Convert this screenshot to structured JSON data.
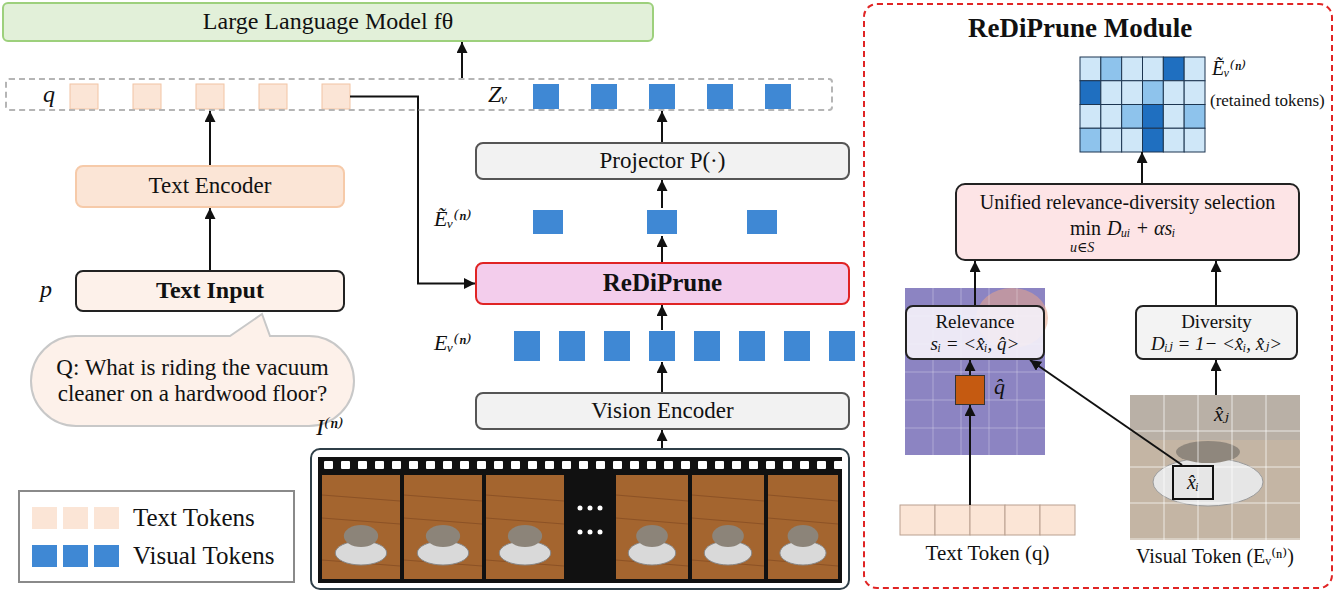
{
  "diagram": {
    "nodes": [
      {
        "text": [
          "Large Language Model fθ"
        ]
      },
      {
        "text": [
          "q",
          "Zᵥ"
        ]
      },
      {
        "text": [
          "Projector P(·)"
        ]
      },
      {
        "text": [
          "Text Encoder"
        ]
      },
      {
        "text": [
          "Ẽᵥ⁽ⁿ⁾"
        ]
      },
      {
        "text": [
          "ReDiPrune"
        ]
      },
      {
        "text": [
          "Text Input"
        ]
      },
      {
        "text": [
          "Eᵥ⁽ⁿ⁾"
        ]
      },
      {
        "text": [
          "Q: What is riding the vacuum cleaner on a hardwood floor?"
        ]
      },
      {
        "text": [
          "Vision Encoder"
        ]
      },
      {
        "text": [
          "I⁽ⁿ⁾"
        ]
      },
      {
        "text": [
          "ReDiPrune Module"
        ]
      },
      {
        "text": [
          "Ẽᵥ⁽ⁿ⁾",
          "(retained tokens)"
        ],
        "in": 11
      },
      {
        "text": [
          "Unified relevance-diversity selection",
          "min",
          "u∈S",
          "Dᵤᵢ + αsᵢ"
        ],
        "in": 11
      },
      {
        "text": [
          "Relevance",
          "sᵢ = <x̂ᵢ, q̂>"
        ],
        "in": 11
      },
      {
        "text": [
          "Diversity",
          "Dᵢⱼ = 1− <x̂ᵢ, x̂ⱼ>"
        ],
        "in": 11
      },
      {
        "text": [
          "q̂"
        ],
        "in": 11
      },
      {
        "text": [
          "Visual Token (Eᵥ⁽ⁿ⁾)",
          "x̂ⱼ"
        ],
        "in": 11
      },
      {
        "text": [
          "x̂ᵢ"
        ],
        "in": 17
      },
      {
        "text": [
          "Text Token (q)"
        ],
        "in": 11
      }
    ],
    "edges": [
      {
        "from": 1,
        "to": 0,
        "arrow": "to"
      },
      {
        "from": 3,
        "to": 1,
        "arrow": "to"
      },
      {
        "from": 2,
        "to": 1,
        "arrow": "to"
      },
      {
        "from": 4,
        "to": 2,
        "arrow": "to"
      },
      {
        "from": 5,
        "to": 4,
        "arrow": "to"
      },
      {
        "from": 7,
        "to": 5,
        "arrow": "to"
      },
      {
        "from": 9,
        "to": 7,
        "arrow": "to"
      },
      {
        "from": 10,
        "to": 9,
        "arrow": "to"
      },
      {
        "from": 6,
        "to": 3,
        "arrow": "to"
      },
      {
        "from": 1,
        "to": 5,
        "arrow": "to"
      },
      {
        "from": 13,
        "to": 12,
        "arrow": "to"
      },
      {
        "from": 14,
        "to": 13,
        "arrow": "to"
      },
      {
        "from": 15,
        "to": 13,
        "arrow": "to"
      },
      {
        "from": 16,
        "to": 14,
        "arrow": "to"
      },
      {
        "from": 18,
        "to": 14,
        "arrow": "to"
      },
      {
        "from": 19,
        "to": 16,
        "arrow": "to"
      },
      {
        "from": 17,
        "to": 15,
        "arrow": "to"
      }
    ],
    "labels": [
      "p"
    ],
    "legend": [
      {
        "text": "Text Tokens",
        "color": "#fbe5d6"
      },
      {
        "text": "Visual Tokens",
        "color": "#3f88d4"
      }
    ]
  }
}
